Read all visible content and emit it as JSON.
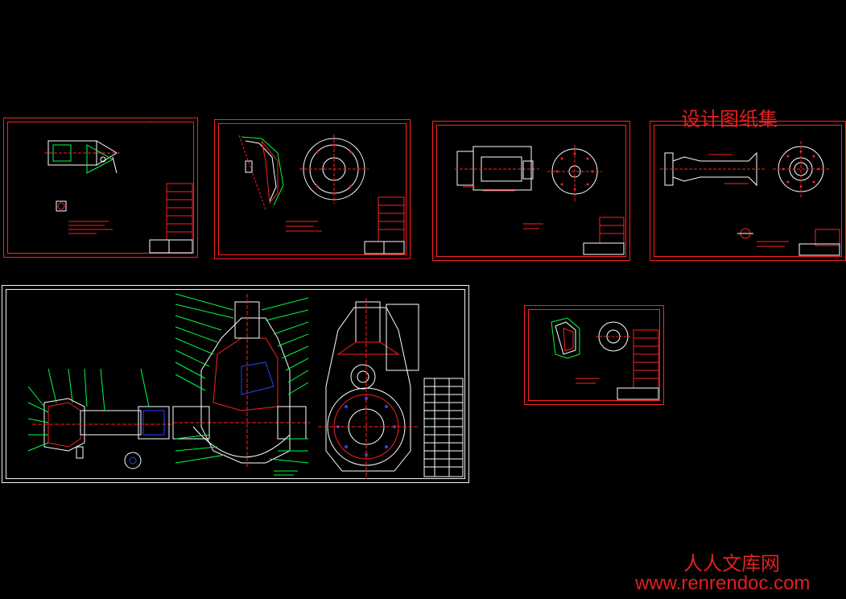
{
  "watermark": {
    "collection_title": "设计图纸集",
    "site_name": "人人文库网",
    "site_url": "www.renrendoc.com"
  },
  "colors": {
    "background": "#000000",
    "frame_red": "#ff2020",
    "frame_white": "#f0f0f0",
    "line_green": "#00ff40",
    "line_white": "#ffffff",
    "line_blue": "#3040ff",
    "text_red": "#e02020"
  },
  "sheets": [
    {
      "id": "sheet-1",
      "kind": "part-drawing"
    },
    {
      "id": "sheet-2",
      "kind": "part-drawing"
    },
    {
      "id": "sheet-3",
      "kind": "part-drawing"
    },
    {
      "id": "sheet-4",
      "kind": "part-drawing"
    },
    {
      "id": "sheet-5",
      "kind": "assembly-drawing"
    },
    {
      "id": "sheet-6",
      "kind": "part-drawing"
    }
  ]
}
